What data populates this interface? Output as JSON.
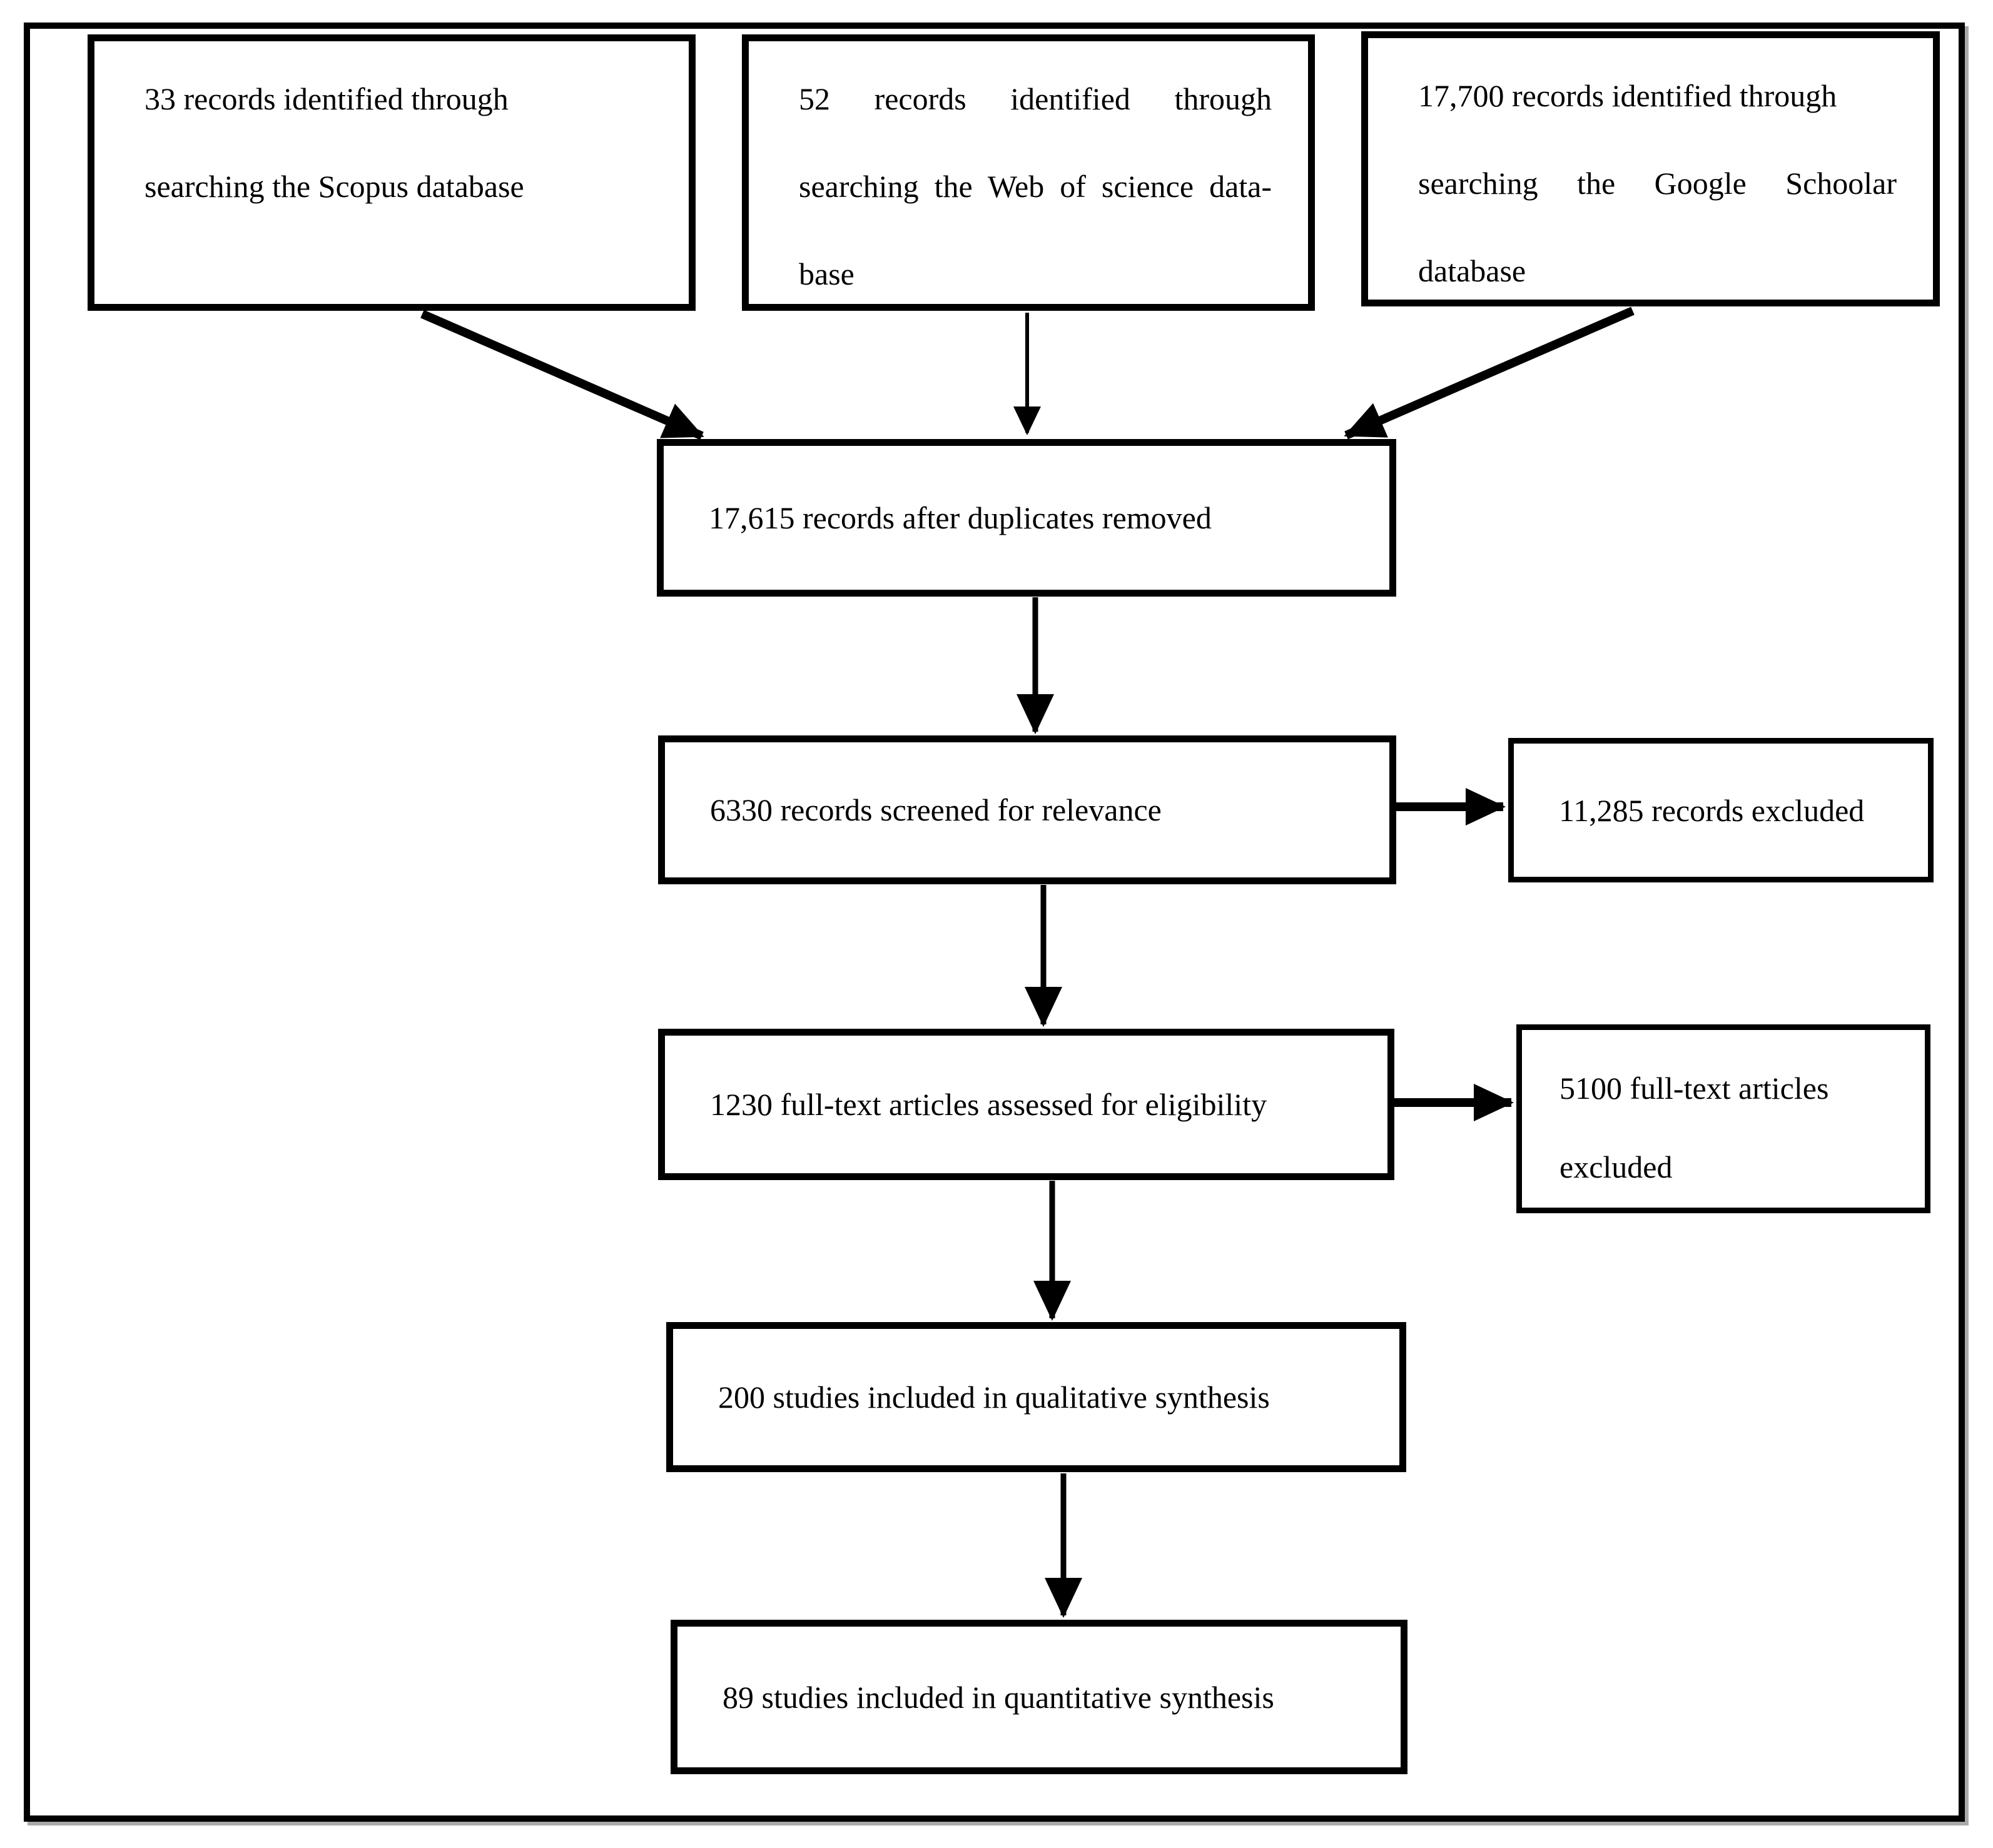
{
  "colors": {
    "line": "#000000",
    "background": "#ffffff"
  },
  "flowchart": {
    "sources": [
      {
        "id": "scopus",
        "lines": [
          "33 records identified through",
          "searching the Scopus database"
        ]
      },
      {
        "id": "web_of_science",
        "lines": [
          "52 records identified through",
          "searching the Web of science data-",
          "base"
        ]
      },
      {
        "id": "google_scholar",
        "lines": [
          "17,700 records identified through",
          "searching the Google Schoolar",
          "database"
        ]
      }
    ],
    "dedup": {
      "label": "17,615 records after duplicates removed"
    },
    "screened": {
      "label": "6330 records screened for relevance"
    },
    "records_excluded": {
      "label": "11,285 records excluded"
    },
    "fulltext": {
      "label": "1230 full-text articles assessed for eligibility"
    },
    "fulltext_excluded": {
      "lines": [
        "5100 full-text articles",
        "excluded"
      ]
    },
    "qualitative": {
      "label": "200 studies included in qualitative synthesis"
    },
    "quantitative": {
      "label": "89 studies included in quantitative synthesis"
    }
  }
}
